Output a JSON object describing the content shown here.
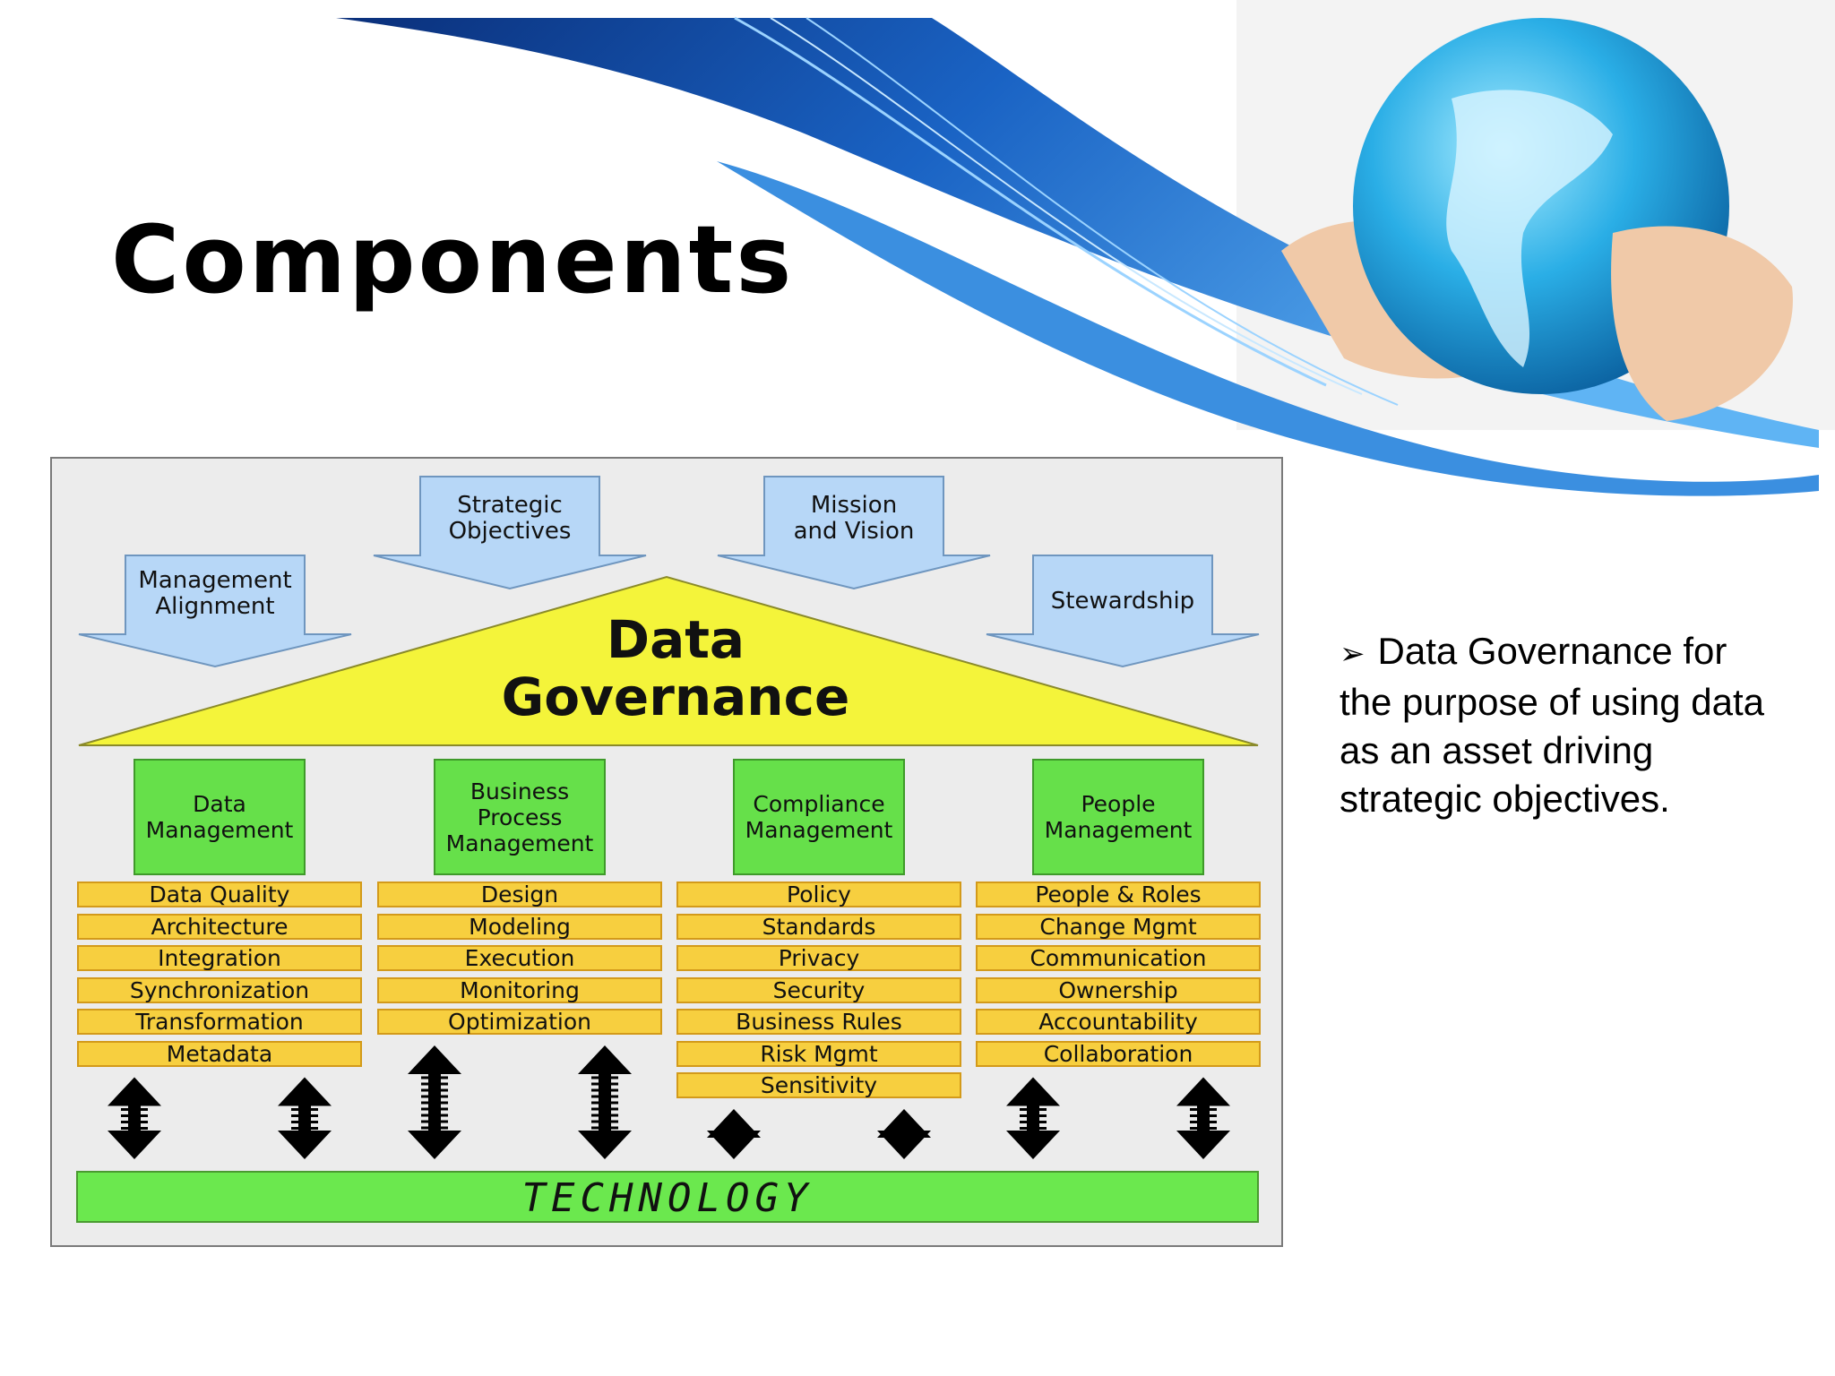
{
  "slide": {
    "title": "Components",
    "bullet_glyph": "➢",
    "bullet_text": "Data Governance for the purpose of using data as an asset driving strategic objectives."
  },
  "diagram": {
    "inputs": [
      {
        "key": "management",
        "label_lines": [
          "Management",
          "Alignment"
        ]
      },
      {
        "key": "strategic",
        "label_lines": [
          "Strategic",
          "Objectives"
        ]
      },
      {
        "key": "mission",
        "label_lines": [
          "Mission",
          "and Vision"
        ]
      },
      {
        "key": "stewardship",
        "label_lines": [
          "Stewardship"
        ]
      }
    ],
    "roof_title_lines": [
      "Data",
      "Governance"
    ],
    "pillars": [
      {
        "key": "data",
        "label_lines": [
          "Data",
          "Management"
        ],
        "items": [
          "Data Quality",
          "Architecture",
          "Integration",
          "Synchronization",
          "Transformation",
          "Metadata"
        ]
      },
      {
        "key": "bpm",
        "label_lines": [
          "Business",
          "Process",
          "Management"
        ],
        "items": [
          "Design",
          "Modeling",
          "Execution",
          "Monitoring",
          "Optimization"
        ]
      },
      {
        "key": "compliance",
        "label_lines": [
          "Compliance",
          "Management"
        ],
        "items": [
          "Policy",
          "Standards",
          "Privacy",
          "Security",
          "Business Rules",
          "Risk Mgmt",
          "Sensitivity"
        ]
      },
      {
        "key": "people",
        "label_lines": [
          "People",
          "Management"
        ],
        "items": [
          "People & Roles",
          "Change Mgmt",
          "Communication",
          "Ownership",
          "Accountability",
          "Collaboration"
        ]
      }
    ],
    "foundation_label": "TECHNOLOGY",
    "colors": {
      "input_arrow": "#b7d7f7",
      "roof": "#f4f43a",
      "pillar": "#66e04a",
      "item": "#f7cf3f",
      "foundation": "#6be84e"
    }
  }
}
